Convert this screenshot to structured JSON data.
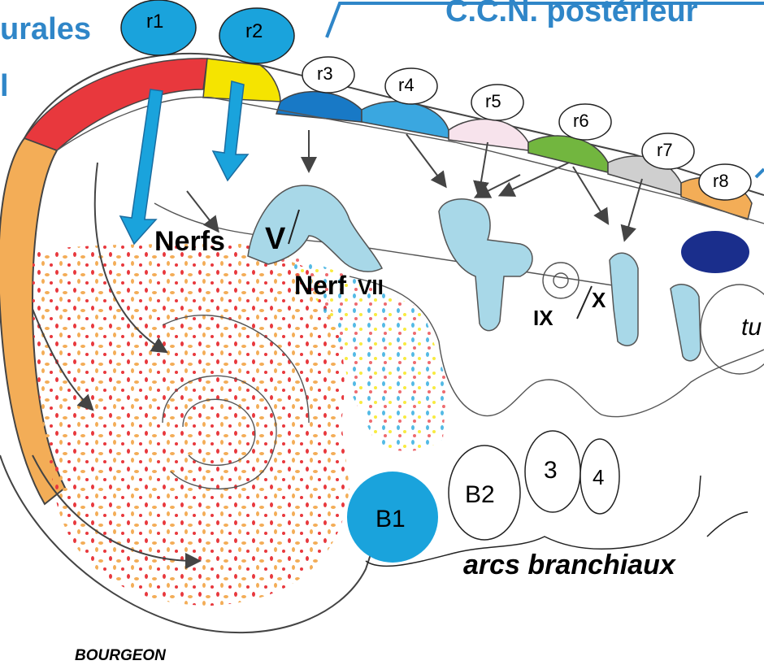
{
  "header": {
    "title_left": "urales",
    "title_left_fragment": "l",
    "title_right": "C.C.N.  postérieur"
  },
  "rhombomeres": [
    {
      "label": "r1",
      "color": "#e8383d",
      "badge": "#1aa3dc"
    },
    {
      "label": "r2",
      "color": "#f5e400",
      "badge": "#1aa3dc"
    },
    {
      "label": "r3",
      "color": "#1879c6",
      "badge": "#ffffff"
    },
    {
      "label": "r4",
      "color": "#3aa7e0",
      "badge": "#ffffff"
    },
    {
      "label": "r5",
      "color": "#f7e3ec",
      "badge": "#ffffff"
    },
    {
      "label": "r6",
      "color": "#72b63f",
      "badge": "#ffffff"
    },
    {
      "label": "r7",
      "color": "#cfcfcf",
      "badge": "#ffffff"
    },
    {
      "label": "r8",
      "color": "#f3ad57",
      "badge": "#ffffff"
    }
  ],
  "nerves": {
    "v_prefix": "Nerfs",
    "v": "V",
    "vii_prefix": "Nerf",
    "vii": "VII",
    "ix": "IX",
    "x": "X",
    "t_fragment": "tu"
  },
  "arches": {
    "b1": "B1",
    "b2": "B2",
    "a3": "3",
    "a4": "4",
    "caption": "arcs branchiaux"
  },
  "bud_label": "BOURGEON",
  "colors": {
    "orange_band": "#f3ad57",
    "ganglion": "#a8d8e8",
    "arrow_blue": "#1aa3dc",
    "title_blue": "#2f86c8",
    "dark_blue": "#1a2e8c"
  }
}
